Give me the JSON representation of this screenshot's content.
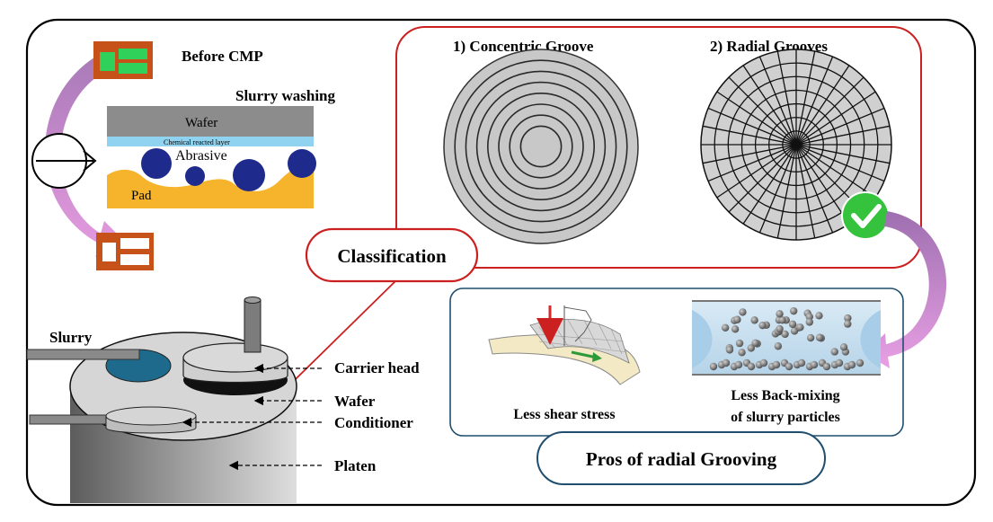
{
  "cmp_inset": {
    "before_label": "Before CMP",
    "slurry_washing_label": "Slurry  washing",
    "wafer_label": "Wafer",
    "reacted_layer_label": "Chemical reacted layer",
    "abrasive_label": "Abrasive",
    "pad_label": "Pad"
  },
  "classification": {
    "title": "Classification",
    "concentric_label": "1) Concentric  Groove",
    "radial_label": "2) Radial  Grooves"
  },
  "pros": {
    "title": "Pros of radial Grooving",
    "shear_label": "Less shear stress",
    "backmix_line1": "Less Back-mixing",
    "backmix_line2": "of slurry  particles"
  },
  "machine": {
    "slurry_label": "Slurry",
    "carrier_label": "Carrier head",
    "wafer_label": "Wafer",
    "conditioner_label": "Conditioner",
    "platen_label": "Platen"
  },
  "colors": {
    "accent_red": "#cc1f1f",
    "groove_gray": "#c8c8c8",
    "pad_yellow": "#f6b42c",
    "abrasive_blue": "#1e2a8c",
    "chip_orange": "#c6521a",
    "chip_green": "#2fd15a",
    "check_green": "#35c23d",
    "arrow_purple": "#b985c6"
  },
  "icons": [
    "check-icon",
    "rotation-icon",
    "curved-arrow-icon"
  ]
}
